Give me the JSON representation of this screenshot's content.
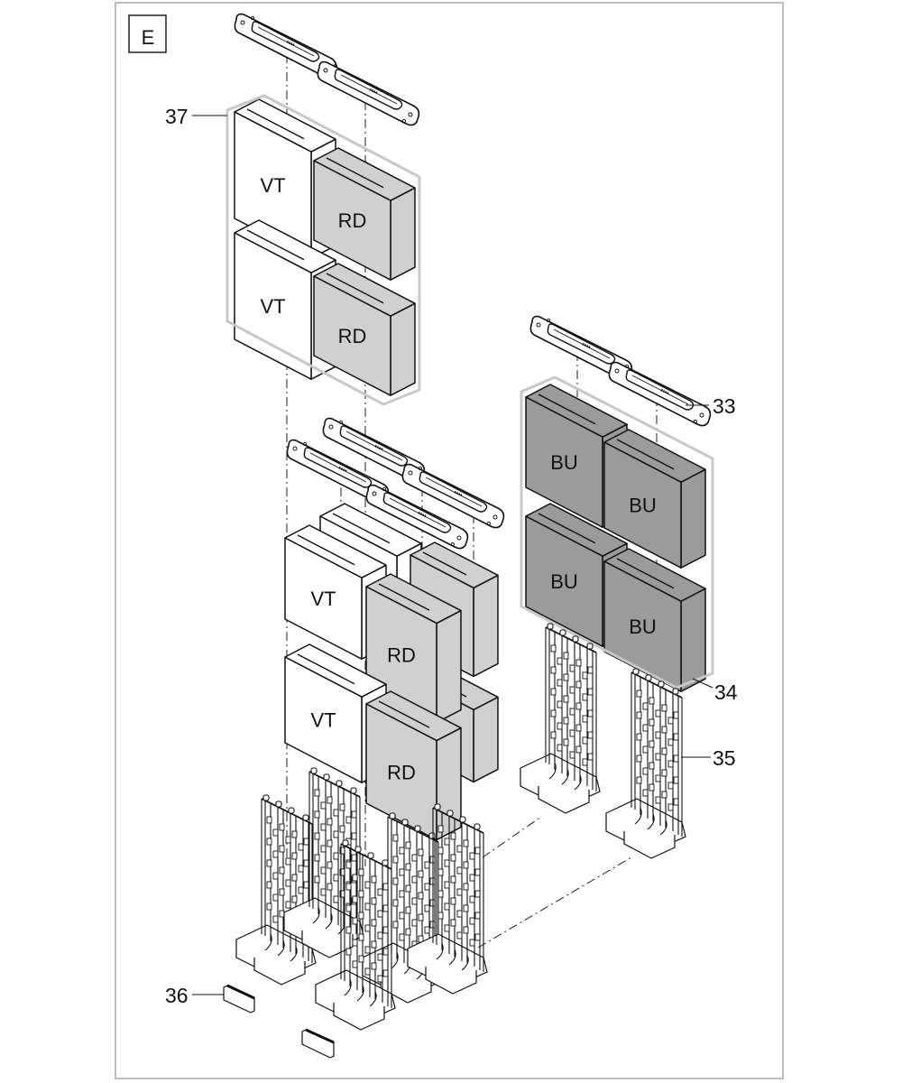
{
  "diagram": {
    "panel_letter": "E",
    "colors": {
      "vt_fill": "#ffffff",
      "rd_fill": "#d0d0d0",
      "bu_fill": "#9b9b9b",
      "stroke": "#111111",
      "group_outline": "#c8c8c8",
      "frame": "#bdbdbd"
    },
    "callouts": [
      {
        "id": "33",
        "text": "33",
        "refers_to": "bu-cover-plate"
      },
      {
        "id": "34",
        "text": "34",
        "refers_to": "bu-module-group"
      },
      {
        "id": "35",
        "text": "35",
        "refers_to": "bu-cell-stack-rack"
      },
      {
        "id": "36",
        "text": "36",
        "refers_to": "end-cap"
      },
      {
        "id": "37",
        "text": "37",
        "refers_to": "vt-rd-module-group"
      }
    ],
    "groups": {
      "group37": {
        "modules": [
          "VT",
          "RD",
          "VT",
          "RD"
        ]
      },
      "group34": {
        "modules": [
          "BU",
          "BU",
          "BU",
          "BU"
        ]
      },
      "lower_assembly": {
        "modules": [
          "VT",
          "RD",
          "VT",
          "RD"
        ]
      }
    }
  }
}
